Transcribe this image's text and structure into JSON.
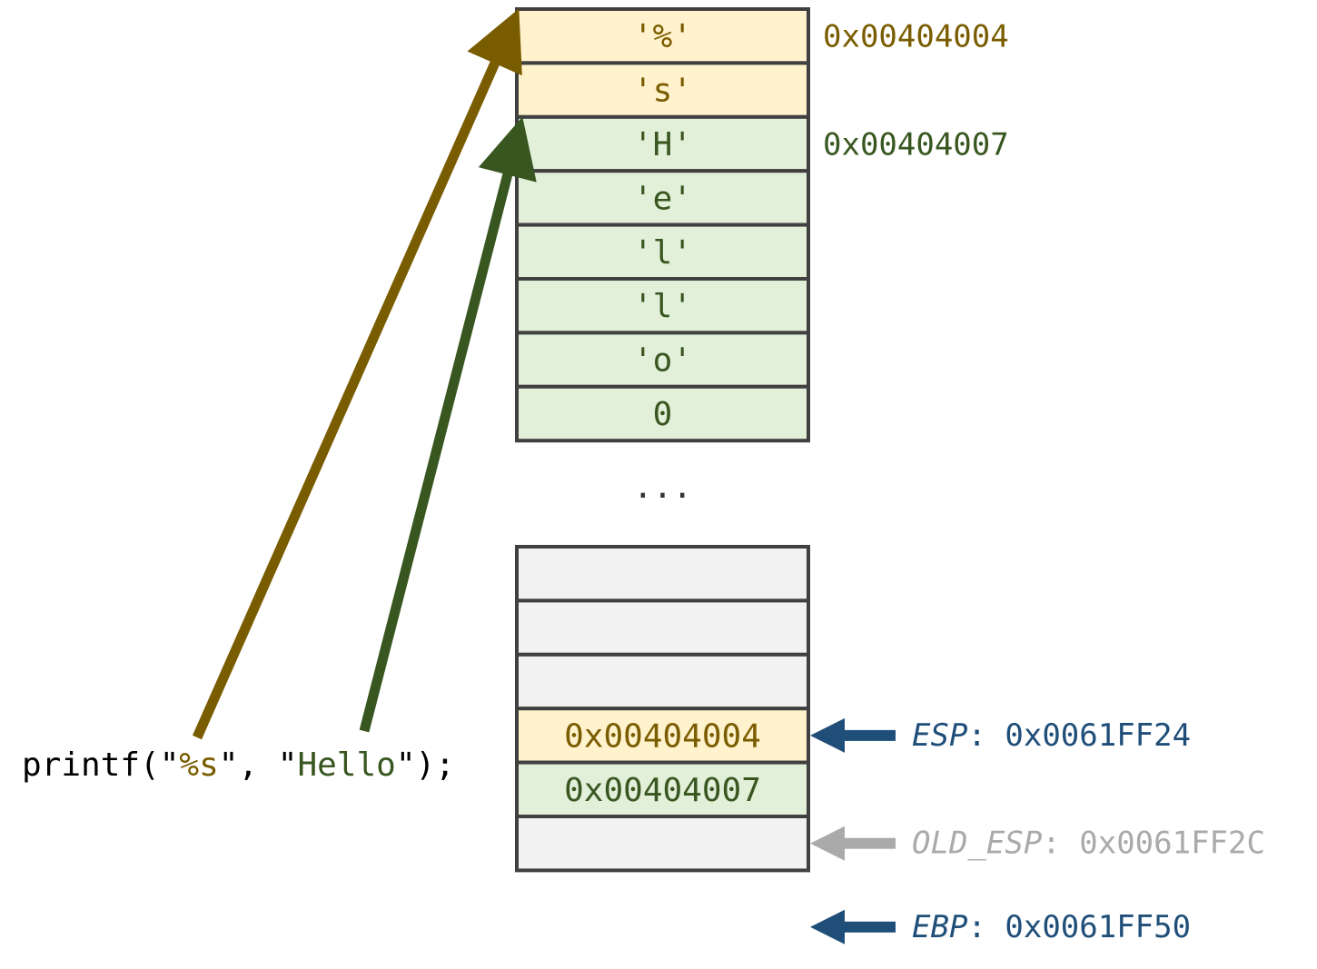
{
  "colors": {
    "format_fg": "#7a5c00",
    "format_bg": "#fff2cc",
    "hello_fg": "#38561f",
    "hello_bg": "#e2efd9",
    "empty_bg": "#f2f2f2",
    "border": "#404040",
    "register": "#1f4e79",
    "old_register": "#aaaaaa",
    "text": "#000000"
  },
  "memory_top": {
    "cells": [
      {
        "text": "'%'",
        "kind": "format"
      },
      {
        "text": "'s'",
        "kind": "format"
      },
      {
        "text": "'H'",
        "kind": "hello"
      },
      {
        "text": "'e'",
        "kind": "hello"
      },
      {
        "text": "'l'",
        "kind": "hello"
      },
      {
        "text": "'l'",
        "kind": "hello"
      },
      {
        "text": "'o'",
        "kind": "hello"
      },
      {
        "text": "0",
        "kind": "hello"
      }
    ],
    "addresses": [
      {
        "text": "0x00404004",
        "kind": "format",
        "cell": 0
      },
      {
        "text": "0x00404007",
        "kind": "hello",
        "cell": 2
      }
    ]
  },
  "ellipsis": "...",
  "memory_stack": {
    "cells": [
      {
        "text": "",
        "kind": "empty"
      },
      {
        "text": "",
        "kind": "empty"
      },
      {
        "text": "",
        "kind": "empty"
      },
      {
        "text": "0x00404004",
        "kind": "format"
      },
      {
        "text": "0x00404007",
        "kind": "hello"
      },
      {
        "text": "",
        "kind": "empty"
      }
    ]
  },
  "registers": [
    {
      "name": "ESP",
      "sep": ":",
      "value": "0x0061FF24",
      "kind": "register",
      "slot": 3
    },
    {
      "name": "OLD_ESP",
      "sep": ":",
      "value": "0x0061FF2C",
      "kind": "old_register",
      "slot": 5
    },
    {
      "name": "EBP",
      "sep": ":",
      "value": "0x0061FF50",
      "kind": "register",
      "slot": 6.55
    }
  ],
  "code": {
    "parts": [
      {
        "text": "printf(\"",
        "kind": "text"
      },
      {
        "text": "%s",
        "kind": "format"
      },
      {
        "text": "\", \"",
        "kind": "text"
      },
      {
        "text": "Hello",
        "kind": "hello"
      },
      {
        "text": "\");",
        "kind": "text"
      }
    ]
  },
  "pointers": [
    {
      "from": "code-format",
      "to_cell": 0,
      "kind": "format"
    },
    {
      "from": "code-hello",
      "to_cell": 2,
      "kind": "hello"
    }
  ]
}
